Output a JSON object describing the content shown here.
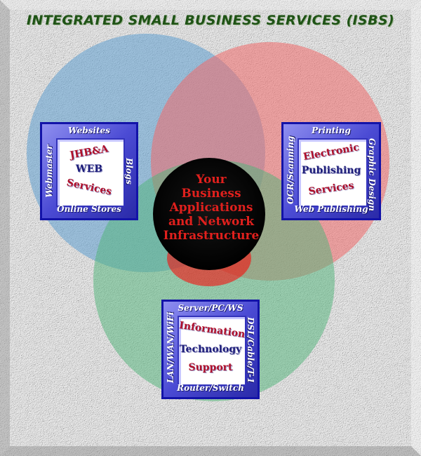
{
  "title": "INTEGRATED SMALL BUSINESS SERVICES (ISBS)",
  "center": {
    "lines": [
      "Your",
      "Business",
      "Applications",
      "and Network",
      "Infrastructure"
    ]
  },
  "web_box": {
    "top": "Websites",
    "bottom": "Online Stores",
    "left": "Webmaster",
    "right": "Blogs",
    "inner": [
      "JHB&A",
      "WEB",
      "Services"
    ]
  },
  "publishing_box": {
    "top": "Printing",
    "bottom": "Web Publishing",
    "left": "OCR/Scanning",
    "right": "Graphic Design",
    "inner": [
      "Electronic",
      "Publishing",
      "Services"
    ]
  },
  "it_box": {
    "top": "Server/PC/WS",
    "bottom": "Router/Switch",
    "left": "LAN/WAN/WiFi",
    "right": "DSL/Cable/T-1",
    "inner": [
      "Information",
      "Technology",
      "Support"
    ]
  },
  "colors": {
    "circle_blue": "#5f9fd0",
    "circle_red": "#f06a6a",
    "circle_green": "#52b57a",
    "center_disc": "#000000",
    "center_text": "#e0201d",
    "title": "#1f5316",
    "box": "#3a3ac8"
  }
}
